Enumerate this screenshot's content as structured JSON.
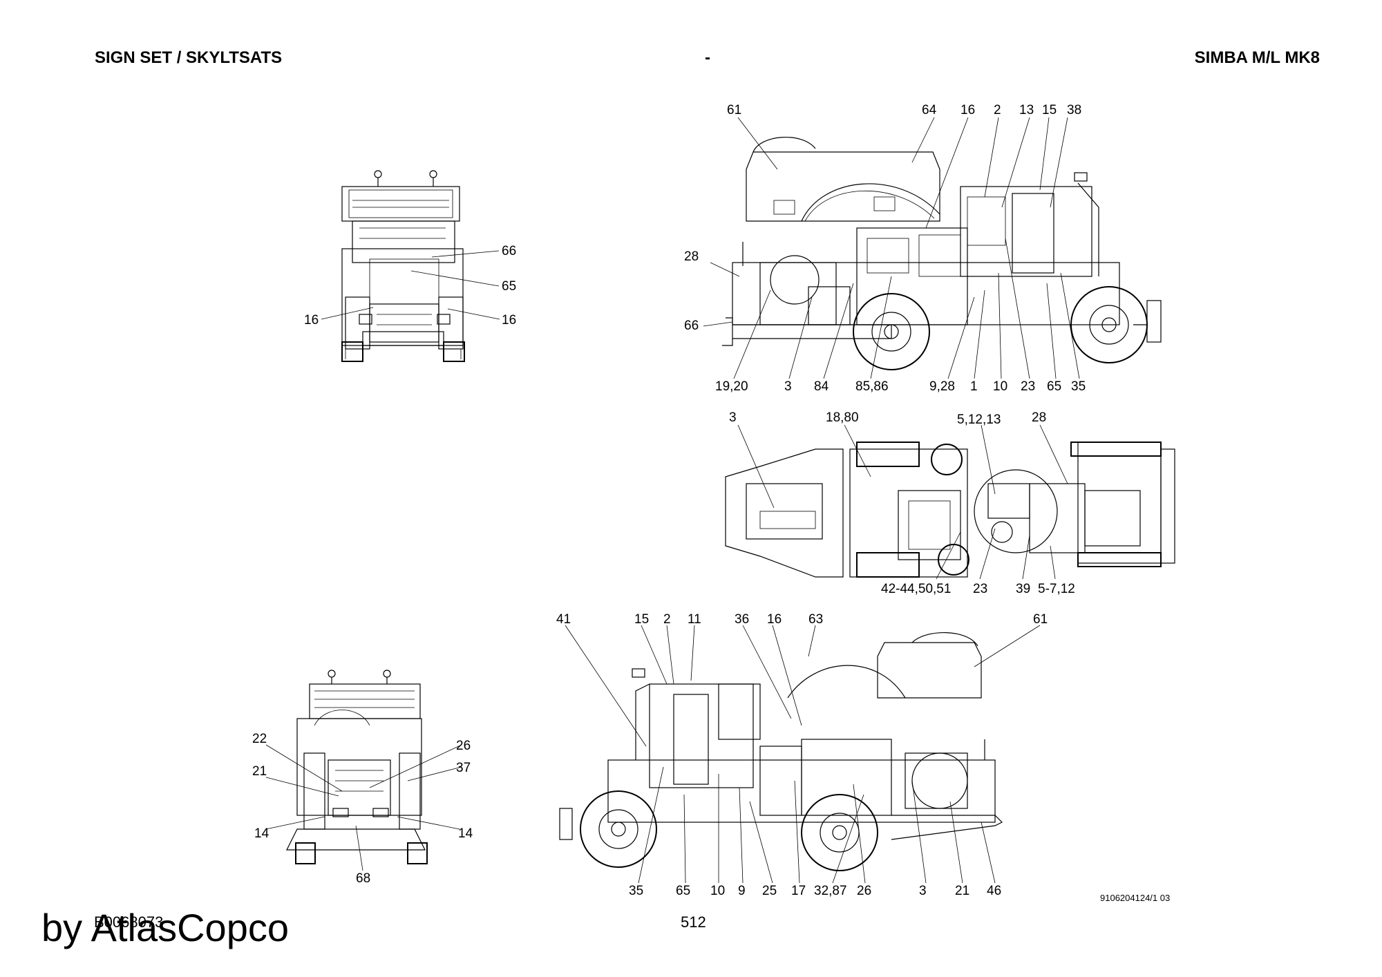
{
  "header": {
    "left": "SIGN SET / SKYLTSATS",
    "middle": "-",
    "right": "SIMBA M/L MK8"
  },
  "footer": {
    "code": "B0068073",
    "page_number": "512",
    "drawing_ref": "9106204124/1 03"
  },
  "watermark": "by AtlasCopco",
  "callouts": {
    "rear_top": [
      "66",
      "65",
      "16",
      "16"
    ],
    "side_top": [
      "61",
      "64",
      "16",
      "2",
      "13",
      "15",
      "38",
      "28",
      "66",
      "19,20",
      "3",
      "84",
      "85,86",
      "9,28",
      "1",
      "10",
      "23",
      "65",
      "35"
    ],
    "plan": [
      "3",
      "18,80",
      "5,12,13",
      "28",
      "42-44,50,51",
      "23",
      "39",
      "5-7,12"
    ],
    "front_bottom": [
      "22",
      "26",
      "21",
      "37",
      "14",
      "14",
      "68"
    ],
    "side_bottom": [
      "41",
      "15",
      "2",
      "11",
      "36",
      "16",
      "63",
      "61",
      "35",
      "65",
      "10",
      "9",
      "25",
      "17",
      "32,87",
      "26",
      "3",
      "21",
      "46"
    ]
  }
}
